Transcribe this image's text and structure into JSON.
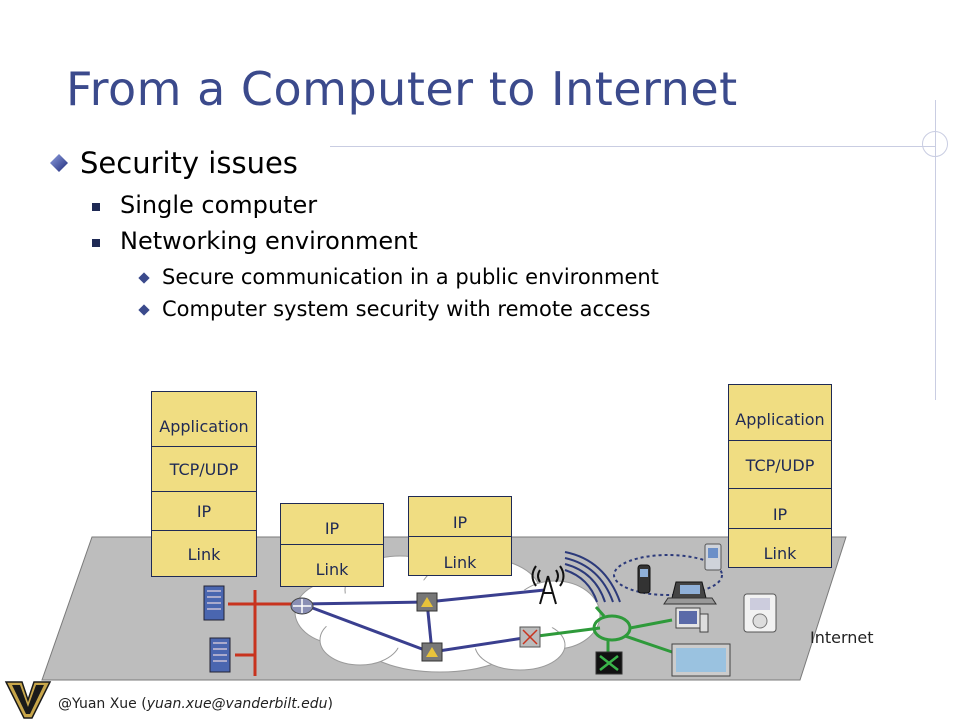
{
  "slide": {
    "title": "From a Computer to Internet",
    "bullets": {
      "level1": "Security issues",
      "level2": [
        "Single computer",
        "Networking environment"
      ],
      "level3": [
        "Secure communication in a public environment",
        "Computer system security with remote access"
      ]
    }
  },
  "diagram": {
    "stacks": {
      "host_left": [
        "Application",
        "TCP/UDP",
        "IP",
        "Link"
      ],
      "router_a": [
        "IP",
        "Link"
      ],
      "router_b": [
        "IP",
        "Link"
      ],
      "host_right": [
        "Application",
        "TCP/UDP",
        "IP",
        "Link"
      ]
    },
    "internet_label": "Internet"
  },
  "footer": {
    "author": "@Yuan Xue (",
    "email": "yuan.xue@vanderbilt.edu",
    "close": ")"
  },
  "colors": {
    "title": "#3b4a8c",
    "layer_fill": "#f0dd82",
    "platform": "#bdbdbd",
    "link_line": "#3a3f8f",
    "wireless_line": "#2e9a3a",
    "lan_line": "#c8331e"
  }
}
